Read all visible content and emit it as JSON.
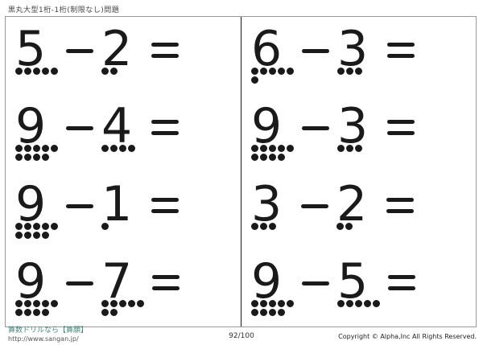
{
  "page": {
    "title": "黒丸大型1桁-1桁(制限なし)問題",
    "page_number": "92/100"
  },
  "footer": {
    "site_name": "算数ドリルなら【算願】",
    "site_url": "http://www.sangan.jp/",
    "copyright": "Copyright © Alpha,Inc All Rights Reserved."
  },
  "colors": {
    "ink": "#1a1a1a",
    "border": "#999999",
    "site_accent": "#47857b"
  },
  "problems": [
    {
      "minuend": 5,
      "subtrahend": 2
    },
    {
      "minuend": 9,
      "subtrahend": 4
    },
    {
      "minuend": 9,
      "subtrahend": 1
    },
    {
      "minuend": 9,
      "subtrahend": 7
    },
    {
      "minuend": 6,
      "subtrahend": 3
    },
    {
      "minuend": 9,
      "subtrahend": 3
    },
    {
      "minuend": 3,
      "subtrahend": 2
    },
    {
      "minuend": 9,
      "subtrahend": 5
    }
  ]
}
